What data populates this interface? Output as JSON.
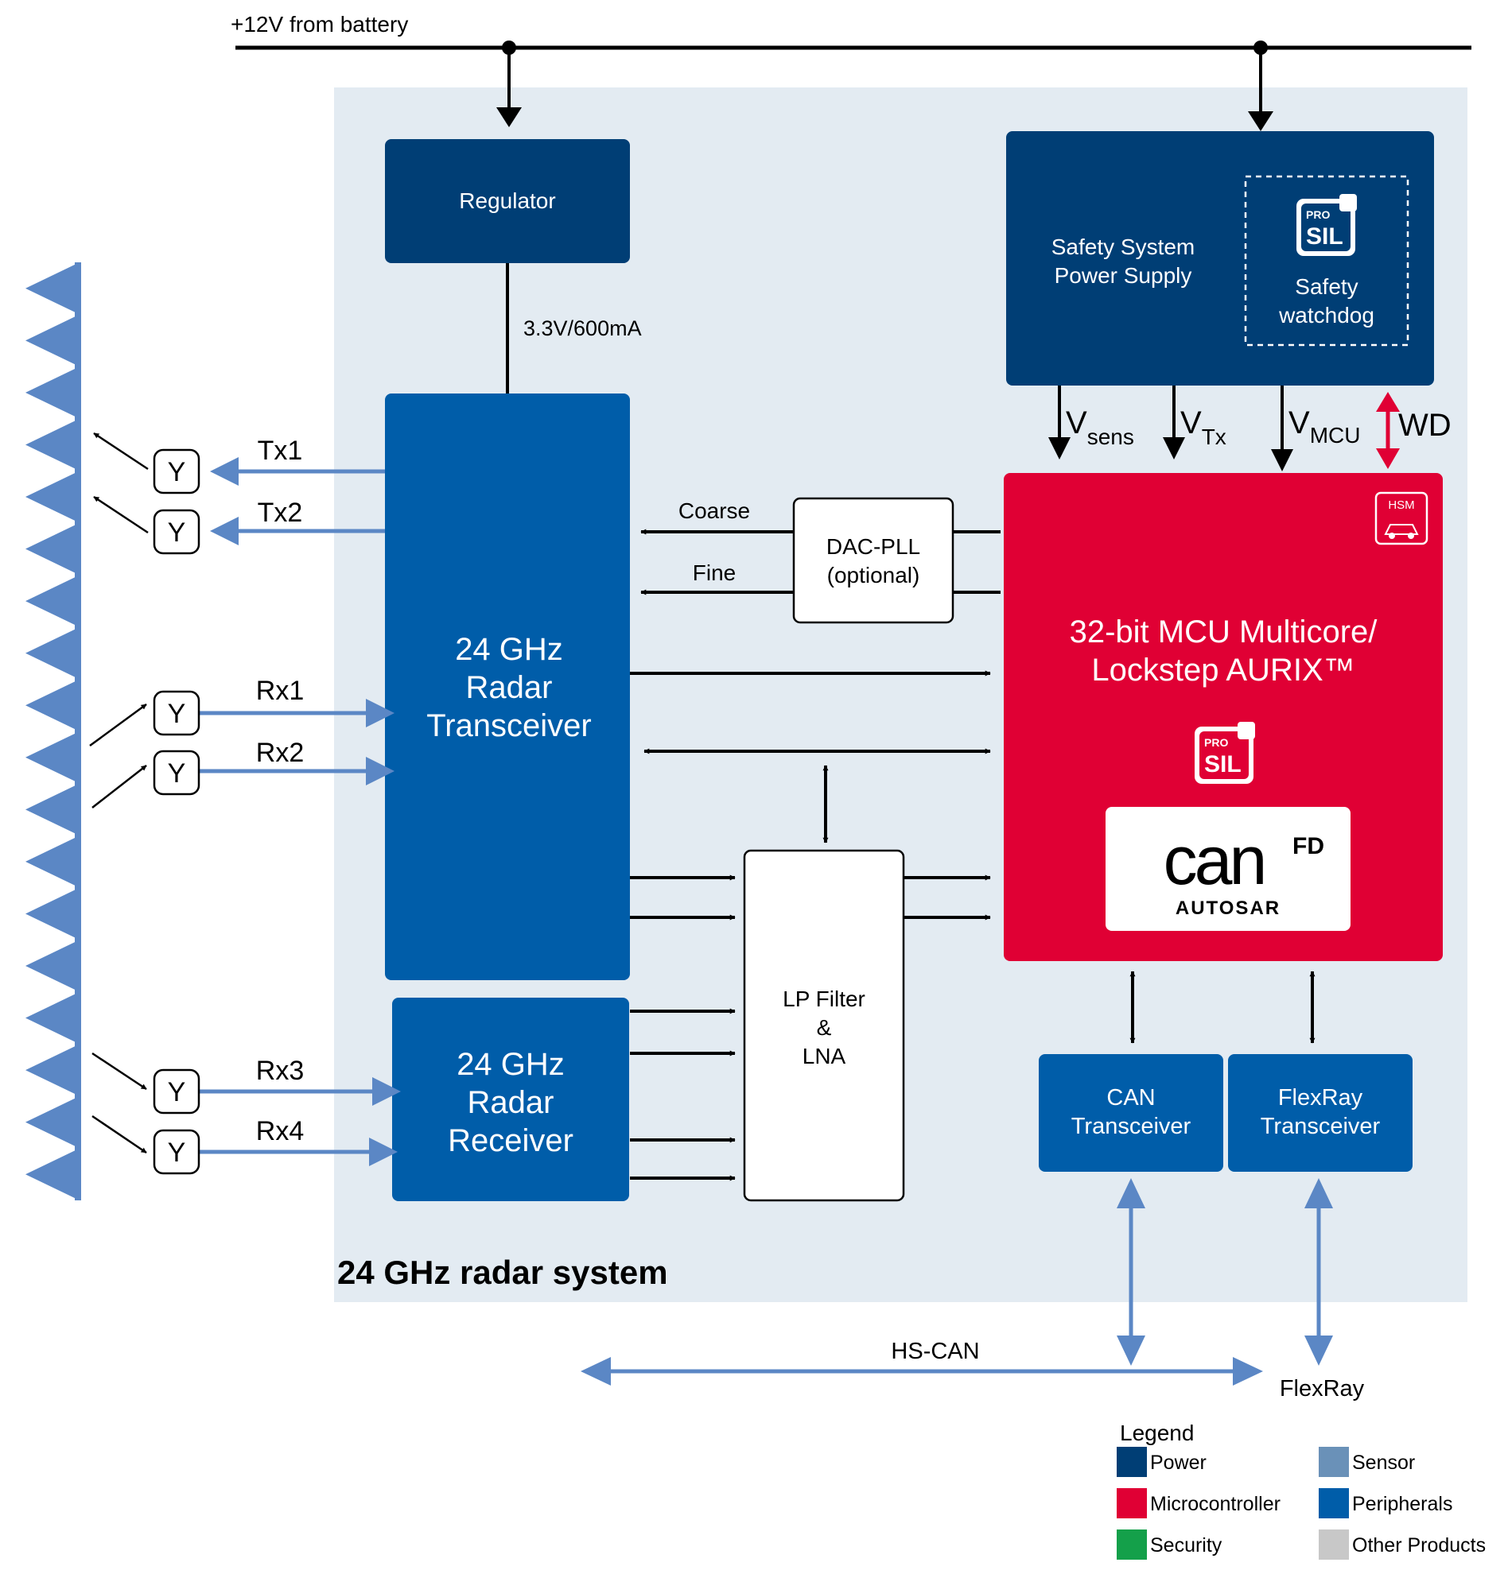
{
  "supply": {
    "label": "+12V from battery"
  },
  "system": {
    "label": "24 GHz radar system"
  },
  "blocks": {
    "regulator": "Regulator",
    "safety_psu": [
      "Safety System",
      "Power Supply"
    ],
    "safety_watchdog": [
      "Safety",
      "watchdog"
    ],
    "transceiver": [
      "24 GHz",
      "Radar",
      "Transceiver"
    ],
    "receiver": [
      "24 GHz",
      "Radar",
      "Receiver"
    ],
    "dac_pll": [
      "DAC-PLL",
      "(optional)"
    ],
    "lp_filter": [
      "LP Filter",
      "&",
      "LNA"
    ],
    "mcu": [
      "32-bit MCU Multicore/",
      "Lockstep AURIX™"
    ],
    "can_transceiver": [
      "CAN",
      "Transceiver"
    ],
    "flexray_transceiver": [
      "FlexRay",
      "Transceiver"
    ]
  },
  "badges": {
    "pro": "PRO",
    "sil": "SIL",
    "hsm": "HSM",
    "can_logo": "can",
    "can_fd": "FD",
    "autosar": "AUTOSAR"
  },
  "signals": {
    "regulator_out": "3.3V/600mA",
    "vsens": {
      "main": "V",
      "sub": "sens"
    },
    "vtx": {
      "main": "V",
      "sub": "Tx"
    },
    "vmcu": {
      "main": "V",
      "sub": "MCU"
    },
    "wd": "WD",
    "coarse": "Coarse",
    "fine": "Fine",
    "tx1": "Tx1",
    "tx2": "Tx2",
    "rx1": "Rx1",
    "rx2": "Rx2",
    "rx3": "Rx3",
    "rx4": "Rx4",
    "antenna_symbol": "Y"
  },
  "buses": {
    "hs_can": "HS-CAN",
    "flexray": "FlexRay"
  },
  "legend": {
    "title": "Legend",
    "items": [
      {
        "label": "Power",
        "color": "#003e75"
      },
      {
        "label": "Sensor",
        "color": "#6a91b8"
      },
      {
        "label": "Microcontroller",
        "color": "#e00034"
      },
      {
        "label": "Peripherals",
        "color": "#005da9"
      },
      {
        "label": "Security",
        "color": "#14a04a"
      },
      {
        "label": "Other Products",
        "color": "#c8c8c8"
      }
    ]
  },
  "colors": {
    "power": "#003e75",
    "peripheral": "#005da9",
    "mcu": "#e00034",
    "sensor": "#5b87c5",
    "system_bg": "#e3ebf2",
    "wd_arrow": "#e00034"
  }
}
